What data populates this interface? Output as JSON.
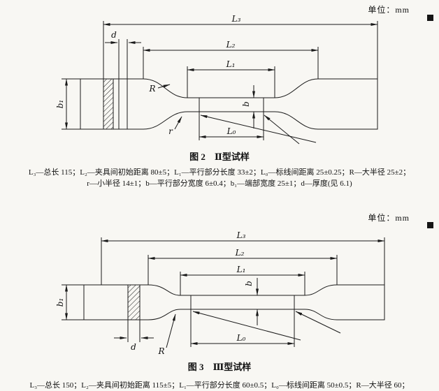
{
  "page": {
    "unit_label": "单位：mm"
  },
  "fig2": {
    "caption": "图 2　Ⅱ型试样",
    "legend_line1": "L₃—总长 115；L₂—夹具间初始距离 80±5；L₁—平行部分长度 33±2；L₀—标线间距离 25±0.25；R—大半径 25±2；",
    "legend_line2": "r—小半径 14±1；b—平行部分宽度 6±0.4；b₁—端部宽度 25±1；d—厚度(见 6.1)",
    "labels": {
      "L3": "L₃",
      "L2": "L₂",
      "L1": "L₁",
      "L0": "L₀",
      "b": "b",
      "b1": "b₁",
      "d": "d",
      "R": "R",
      "r": "r"
    }
  },
  "fig3": {
    "caption": "图 3　Ⅲ型试样",
    "legend_partial": "L₃—总长 150；L₂—夹具间初始距离 115±5；L₁—平行部分长度 60±0.5；L₀—标线间距离 50±0.5；R—大半径 60；",
    "labels": {
      "L3": "L₃",
      "L2": "L₂",
      "L1": "L₁",
      "L0": "L₀",
      "b": "b",
      "b1": "b₁",
      "d": "d",
      "R": "R"
    }
  }
}
